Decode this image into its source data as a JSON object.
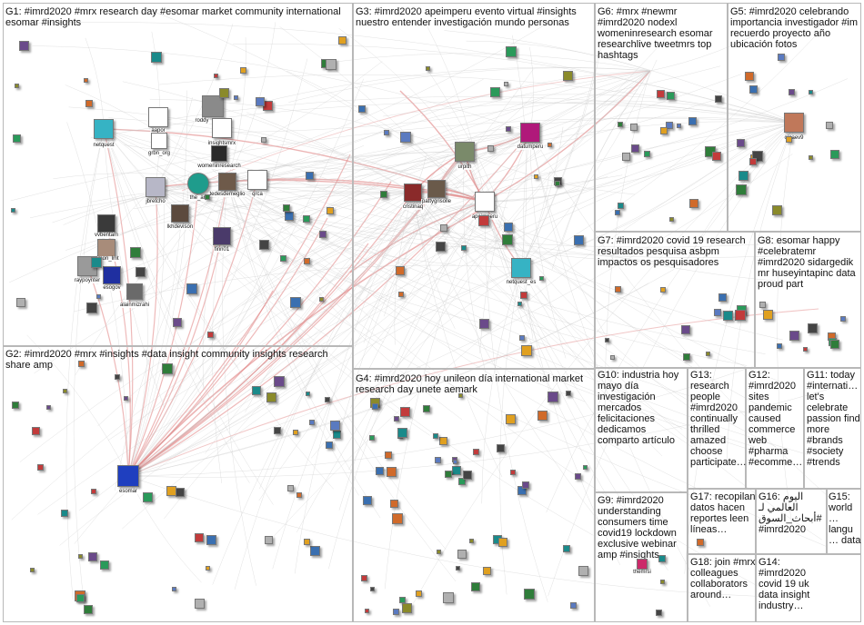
{
  "graph": {
    "colors": {
      "edge_faint": "#c8c8c8",
      "edge_strong": "#e08080",
      "box_border": "#b8b8b8"
    },
    "groups": [
      {
        "id": "g1",
        "label": "G1: #imrd2020 #mrx research day #esomar market community international esomar #insights"
      },
      {
        "id": "g2",
        "label": "G2: #imrd2020 #mrx #insights #data insight community insights research share amp"
      },
      {
        "id": "g3",
        "label": "G3: #imrd2020 apeimperu evento virtual #insights nuestro entender investigación mundo personas"
      },
      {
        "id": "g4",
        "label": "G4: #imrd2020 hoy unileon día international market research day unete aemark"
      },
      {
        "id": "g5",
        "label": "G5: #imrd2020 celebrando importancia investigador #im recuerdo proyecto año ubicación fotos"
      },
      {
        "id": "g6",
        "label": "G6: #mrx #newmr #imrd2020 nodexl womeninresearch esomar researchlive tweetmrs top hashtags"
      },
      {
        "id": "g7",
        "label": "G7: #imrd2020 covid 19 research resultados pesquisa asbpm impactos os pesquisadores"
      },
      {
        "id": "g8",
        "label": "G8: esomar happy #celebratemr #imrd2020 sidargedik mr huseyintapinc data proud part"
      },
      {
        "id": "g9",
        "label": "G9: #imrd2020 understanding consumers time covid19 lockdown exclusive webinar amp #insights"
      },
      {
        "id": "g10",
        "label": "G10: industria hoy mayo día investigación mercados felicitaciones dedicamos comparto artículo"
      },
      {
        "id": "g11",
        "label": "G11: today #internati… let's celebrate passion find more #brands #society #trends"
      },
      {
        "id": "g12",
        "label": "G12: #imrd2020 sites pandemic caused commerce web #pharma #ecomme…"
      },
      {
        "id": "g13",
        "label": "G13: research people #imrd2020 continually thrilled amazed choose participate…"
      },
      {
        "id": "g14",
        "label": "G14: #imrd2020 covid 19 uk data insight industry…"
      },
      {
        "id": "g15",
        "label": "G15: world… langu… data"
      },
      {
        "id": "g16",
        "label": "G16: اليوم العالمي لـ #أبحاث_السوق #imrd2020"
      },
      {
        "id": "g17",
        "label": "G17: recopilan datos hacen reportes leen líneas…"
      },
      {
        "id": "g18",
        "label": "G18: join #mrx colleagues collaborators around…"
      }
    ],
    "labeled_nodes": [
      {
        "id": "netquest",
        "label": "netquest",
        "color": "#36b3c4"
      },
      {
        "id": "aapor",
        "label": "aapor",
        "color": "#ffffff"
      },
      {
        "id": "grbn_org",
        "label": "grbn_org",
        "color": "#ffffff"
      },
      {
        "id": "roddy",
        "label": "roddy",
        "color": "#8a8a8a"
      },
      {
        "id": "insightsmrx",
        "label": "insightsmrx",
        "color": "#ffffff"
      },
      {
        "id": "womeninresearch",
        "label": "womeninresearch",
        "color": "#2a2a2a"
      },
      {
        "id": "the_arf",
        "label": "the_arf",
        "color": "#1f9c8c"
      },
      {
        "id": "qrca",
        "label": "qrca",
        "color": "#ffffff"
      },
      {
        "id": "tedesdemeglio",
        "label": "tedesdemeglio",
        "color": "#6e5a4a"
      },
      {
        "id": "jbretcho",
        "label": "jbretcho",
        "color": "#b7b7c7"
      },
      {
        "id": "lkhdevison",
        "label": "lkhdevison",
        "color": "#5c4a3e"
      },
      {
        "id": "vvbentam",
        "label": "vvbentam",
        "color": "#3a3a3a"
      },
      {
        "id": "simon_lmt",
        "label": "simon_lmt",
        "color": "#a88c7a"
      },
      {
        "id": "raypoynter",
        "label": "raypoynter",
        "color": "#9a9a9a"
      },
      {
        "id": "esogov",
        "label": "esogov",
        "color": "#1f2fa0"
      },
      {
        "id": "alainmizrahi",
        "label": "alainmizrahi",
        "color": "#6a6a6a"
      },
      {
        "id": "finn01",
        "label": "finn01",
        "color": "#4a3a6a"
      },
      {
        "id": "esomar",
        "label": "esomar",
        "color": "#1f3fbf"
      },
      {
        "id": "urpith",
        "label": "urpith",
        "color": "#7a8a6a"
      },
      {
        "id": "datumperu",
        "label": "datumperu",
        "color": "#b0197a"
      },
      {
        "id": "cristinaq",
        "label": "cristinaq",
        "color": "#8a2a2a"
      },
      {
        "id": "pattygrisolle",
        "label": "pattygrisolle",
        "color": "#6a5a4a"
      },
      {
        "id": "apeimperu",
        "label": "apeimperu",
        "color": "#ffffff"
      },
      {
        "id": "netquest_es",
        "label": "netquest_es",
        "color": "#36b3c4"
      },
      {
        "id": "olgaev9",
        "label": "olgaev9",
        "color": "#c0785a"
      },
      {
        "id": "themrsi",
        "label": "themrsi",
        "color": "#cc2a6a"
      }
    ]
  }
}
